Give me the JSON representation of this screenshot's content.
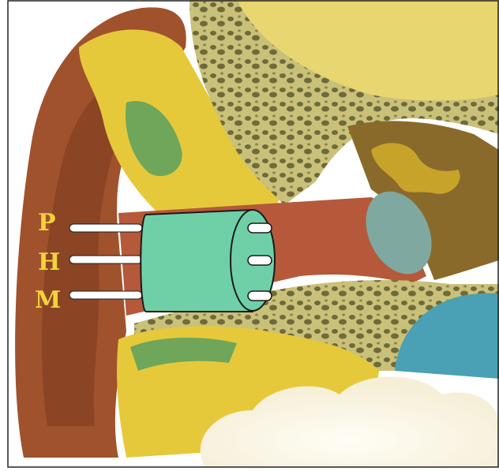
{
  "figure": {
    "labels": [
      "P",
      "H",
      "M"
    ],
    "colors": {
      "background": "#ffffff",
      "frame": "#222222",
      "skin": "#a0522d",
      "skin_dark": "#7a3a1e",
      "canal": "#b5593a",
      "bone": "#c9c07a",
      "bone_holes": "#6f6a3a",
      "yellow_tissue": "#e6c93a",
      "green_tissue": "#6fa65a",
      "device": "#6fd0a8",
      "device_outline": "#1a1a1a",
      "wire": "#ffffff",
      "label": "#f4d23a",
      "eardrum": "#7fa8a0",
      "cochlea_blue": "#4aa0b4",
      "ossicle": "#c8a32a",
      "cloud": "#fbf7ea"
    }
  }
}
